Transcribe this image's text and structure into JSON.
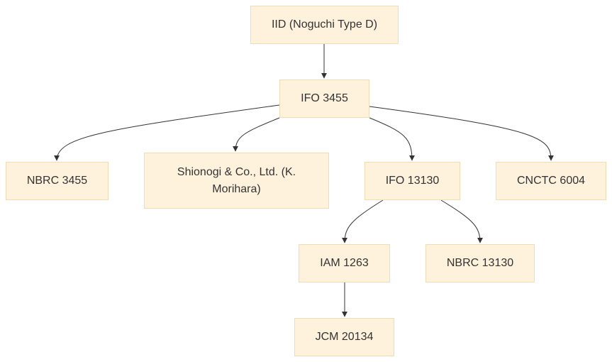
{
  "diagram": {
    "nodes": {
      "iid": "IID (Noguchi Type D)",
      "ifo_3455": "IFO 3455",
      "nbrc_3455": "NBRC 3455",
      "shionogi": "Shionogi & Co., Ltd. (K. Morihara)",
      "ifo_13130": "IFO 13130",
      "cnctc_6004": "CNCTC 6004",
      "iam_1263": "IAM 1263",
      "nbrc_13130": "NBRC 13130",
      "jcm_20134": "JCM 20134"
    },
    "edges": [
      [
        "iid",
        "ifo_3455"
      ],
      [
        "ifo_3455",
        "nbrc_3455"
      ],
      [
        "ifo_3455",
        "shionogi"
      ],
      [
        "ifo_3455",
        "ifo_13130"
      ],
      [
        "ifo_3455",
        "cnctc_6004"
      ],
      [
        "ifo_13130",
        "iam_1263"
      ],
      [
        "ifo_13130",
        "nbrc_13130"
      ],
      [
        "iam_1263",
        "jcm_20134"
      ]
    ],
    "colors": {
      "node_fill": "#fff2dc",
      "node_border": "#f0ddb5",
      "edge": "#333333",
      "text": "#333333"
    }
  }
}
